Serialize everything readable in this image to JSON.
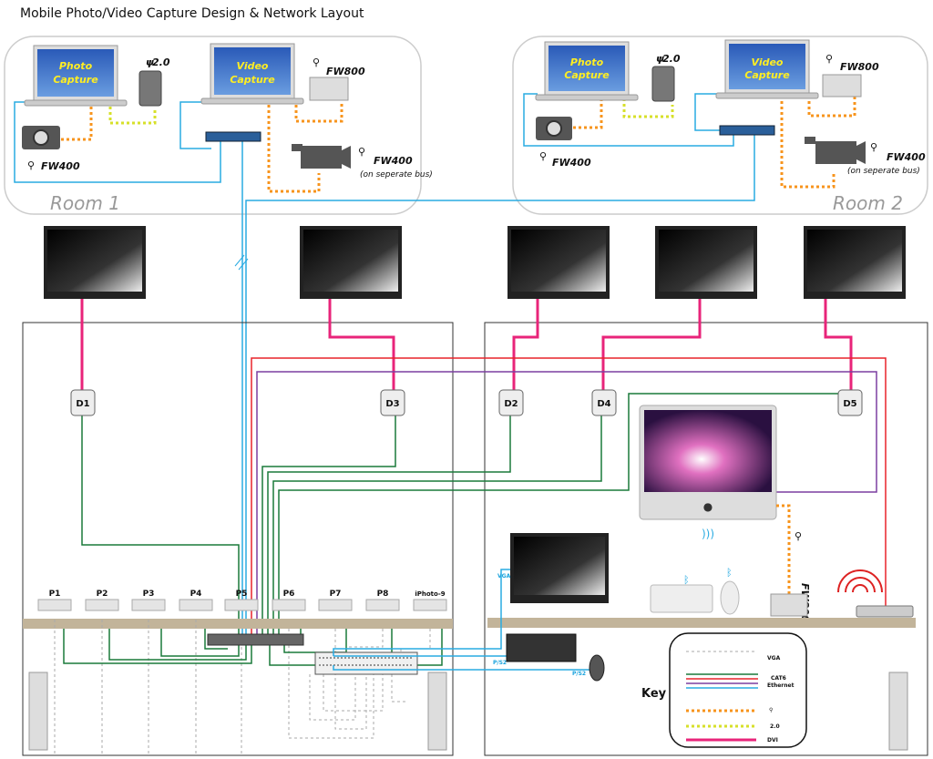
{
  "title": "Mobile Photo/Video Capture Design & Network Layout",
  "rooms": [
    {
      "label": "Room 1",
      "photo_screen": [
        "Photo",
        "Capture"
      ],
      "video_screen": [
        "Video",
        "Capture"
      ],
      "usb_label": "2.0",
      "fw800_label": "FW800",
      "camera_fw_label": "FW400",
      "video_fw_label": "FW400",
      "video_fw_note": "(on seperate bus)"
    },
    {
      "label": "Room 2",
      "photo_screen": [
        "Photo",
        "Capture"
      ],
      "video_screen": [
        "Video",
        "Capture"
      ],
      "usb_label": "2.0",
      "fw800_label": "FW800",
      "camera_fw_label": "FW400",
      "video_fw_label": "FW400",
      "video_fw_note": "(on seperate bus)"
    }
  ],
  "displays": [
    "D1",
    "D2",
    "D3",
    "D4",
    "D5"
  ],
  "ports": [
    "P1",
    "P2",
    "P3",
    "P4",
    "P5",
    "P6",
    "P7",
    "P8",
    "iPhoto-9"
  ],
  "imac_fw_label": "FW800",
  "vga_label": "VGA",
  "ps2_labels": [
    "P/S2",
    "P/S2"
  ],
  "key": {
    "title": "Key",
    "vga": "VGA",
    "cat6": [
      "CAT6",
      "Ethernet"
    ],
    "usb": "2.0",
    "dvi": "DVI"
  },
  "colors": {
    "dvi": "#e8247a",
    "ethernet_blue": "#29abe2",
    "ethernet_green": "#1a7a3a",
    "ethernet_red": "#e8232a",
    "ethernet_purple": "#7b3fa0",
    "firewire": "#f7941d",
    "usb": "#d7e02a",
    "vga": "#aaaaaa",
    "shelf": "#c2b49a"
  }
}
